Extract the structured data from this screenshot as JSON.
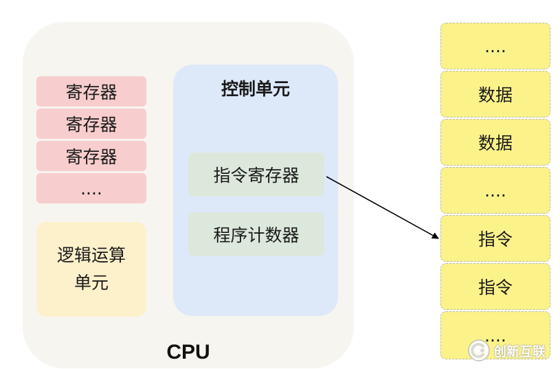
{
  "cpu": {
    "label": "CPU",
    "registers": [
      "寄存器",
      "寄存器",
      "寄存器",
      "...."
    ],
    "alu": {
      "line1": "逻辑运算",
      "line2": "单元"
    },
    "control_unit": {
      "title": "控制单元",
      "instruction_register": "指令寄存器",
      "program_counter": "程序计数器"
    }
  },
  "memory": {
    "cells": [
      "....",
      "数据",
      "数据",
      "....",
      "指令",
      "指令",
      "...."
    ]
  },
  "watermark": {
    "text": "创新互联"
  },
  "colors": {
    "cpu_bg": "#f7f5f0",
    "register": "#f7cdcd",
    "alu": "#fdf1cc",
    "control_unit": "#dde9f9",
    "control_item": "#dde8dc",
    "memory_cell": "#fbf28a",
    "memory_border": "#b9b9b9"
  }
}
